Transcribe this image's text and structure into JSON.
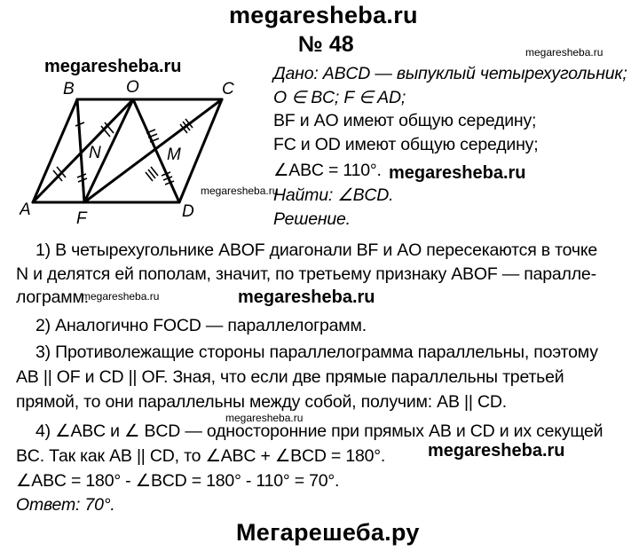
{
  "watermarks": {
    "top": "megaresheba.ru",
    "small_right": "megaresheba.ru",
    "left_fig": "megaresheba.ru",
    "mid_right": "megaresheba.ru",
    "small_mid": "megaresheba.ru",
    "under_text": "megaresheba.ru",
    "small_lower": "megaresheba.ru",
    "lower_right": "megaresheba.ru",
    "small_bottom": "megaresheba.ru",
    "bottom": "Мегарешеба.ру"
  },
  "problem_number": "№ 48",
  "figure_labels": {
    "A": "A",
    "B": "B",
    "O": "O",
    "C": "C",
    "N": "N",
    "M": "M",
    "F": "F",
    "D": "D"
  },
  "given": [
    "Дано: ABCD — выпуклый четырехугольник;",
    "O ∈ BC; F ∈ AD;",
    "BF и AO имеют общую середину;",
    "FC и OD имеют общую середину;",
    "∠ABC = 110°.",
    "Найти: ∠BCD.",
    "Решение."
  ],
  "solution": [
    "1) В четырехугольнике ABOF диагонали BF и AO пересекаются в точке",
    "N и делятся ей пополам, значит, по третьему признаку ABOF — паралле-",
    "лограмм.",
    "2) Аналогично FOCD — параллелограмм.",
    "3) Противолежащие стороны параллелограмма параллельны, поэтому",
    "AB || OF и CD || OF. Зная, что если две прямые параллельны третьей",
    "прямой, то они параллельны между собой, получим: AB || CD.",
    "4) ∠ABC и ∠ BCD — односторонние при прямых AB и CD и их секущей",
    "BC. Так как AB || CD, то ∠ABC + ∠BCD = 180°.",
    "∠ABC = 180° - ∠BCD = 180° - 110° = 70°.",
    "Ответ: 70°."
  ]
}
